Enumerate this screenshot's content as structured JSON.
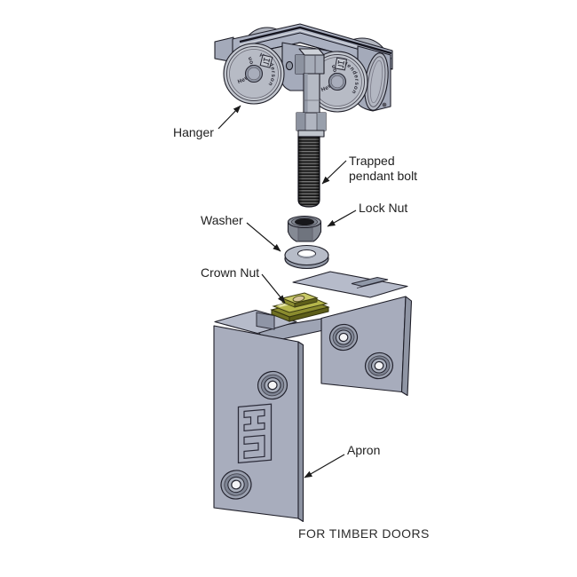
{
  "diagram": {
    "title_context": "exploded assembly diagram of sliding-door hanger fitting",
    "labels": {
      "hanger": "Hanger",
      "trapped_pendant_bolt_line1": "Trapped",
      "trapped_pendant_bolt_line2": "pendant bolt",
      "lock_nut": "Lock Nut",
      "washer": "Washer",
      "crown_nut": "Crown Nut",
      "apron": "Apron"
    },
    "caption": "FOR TIMBER DOORS",
    "wheel_brand": "Henderson",
    "colors": {
      "background": "#ffffff",
      "metal_light": "#b6bbca",
      "metal_mid": "#a8adbd",
      "metal_dark": "#878d9c",
      "outline": "#1e1e28",
      "thread_dark": "#2e2e2e",
      "crown_nut_olive": "#b5b64b",
      "crown_nut_dark_olive": "#6b6c1e",
      "label_text": "#212121"
    }
  }
}
